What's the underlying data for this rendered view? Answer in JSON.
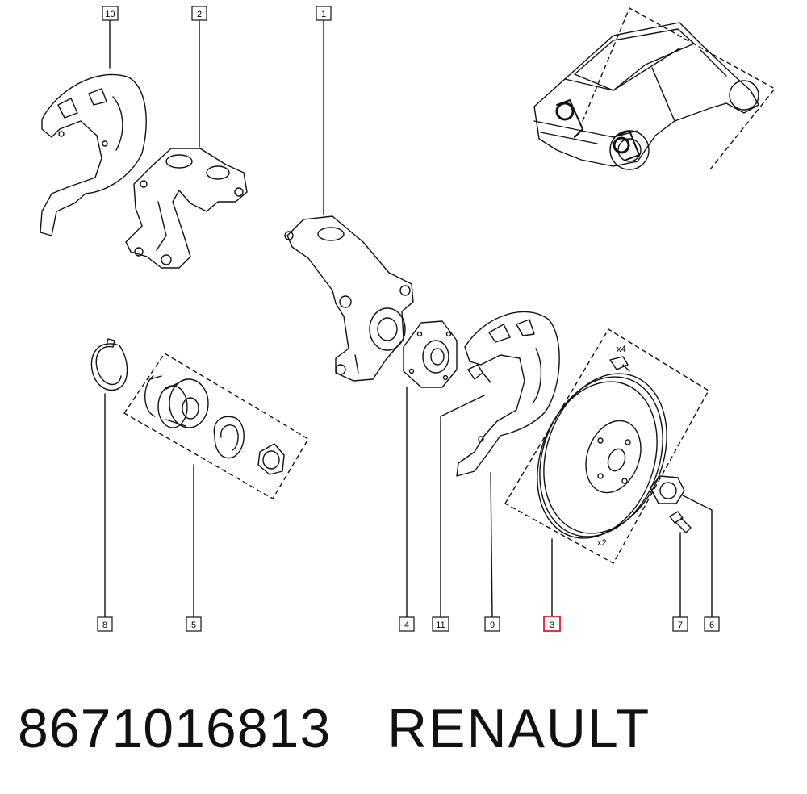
{
  "diagram": {
    "callouts": [
      {
        "id": "10",
        "label": "10",
        "highlighted": false
      },
      {
        "id": "2",
        "label": "2",
        "highlighted": false
      },
      {
        "id": "1",
        "label": "1",
        "highlighted": false
      },
      {
        "id": "8",
        "label": "8",
        "highlighted": false
      },
      {
        "id": "5",
        "label": "5",
        "highlighted": false
      },
      {
        "id": "4",
        "label": "4",
        "highlighted": false
      },
      {
        "id": "11",
        "label": "11",
        "highlighted": false
      },
      {
        "id": "9",
        "label": "9",
        "highlighted": false
      },
      {
        "id": "3",
        "label": "3",
        "highlighted": true
      },
      {
        "id": "7",
        "label": "7",
        "highlighted": false
      },
      {
        "id": "6",
        "label": "6",
        "highlighted": false
      }
    ],
    "quantity_marks": {
      "bolts": "x4",
      "discs": "x2"
    },
    "highlight_color": "#e0202a"
  },
  "caption": {
    "part_number": "8671016813",
    "brand": "RENAULT"
  }
}
